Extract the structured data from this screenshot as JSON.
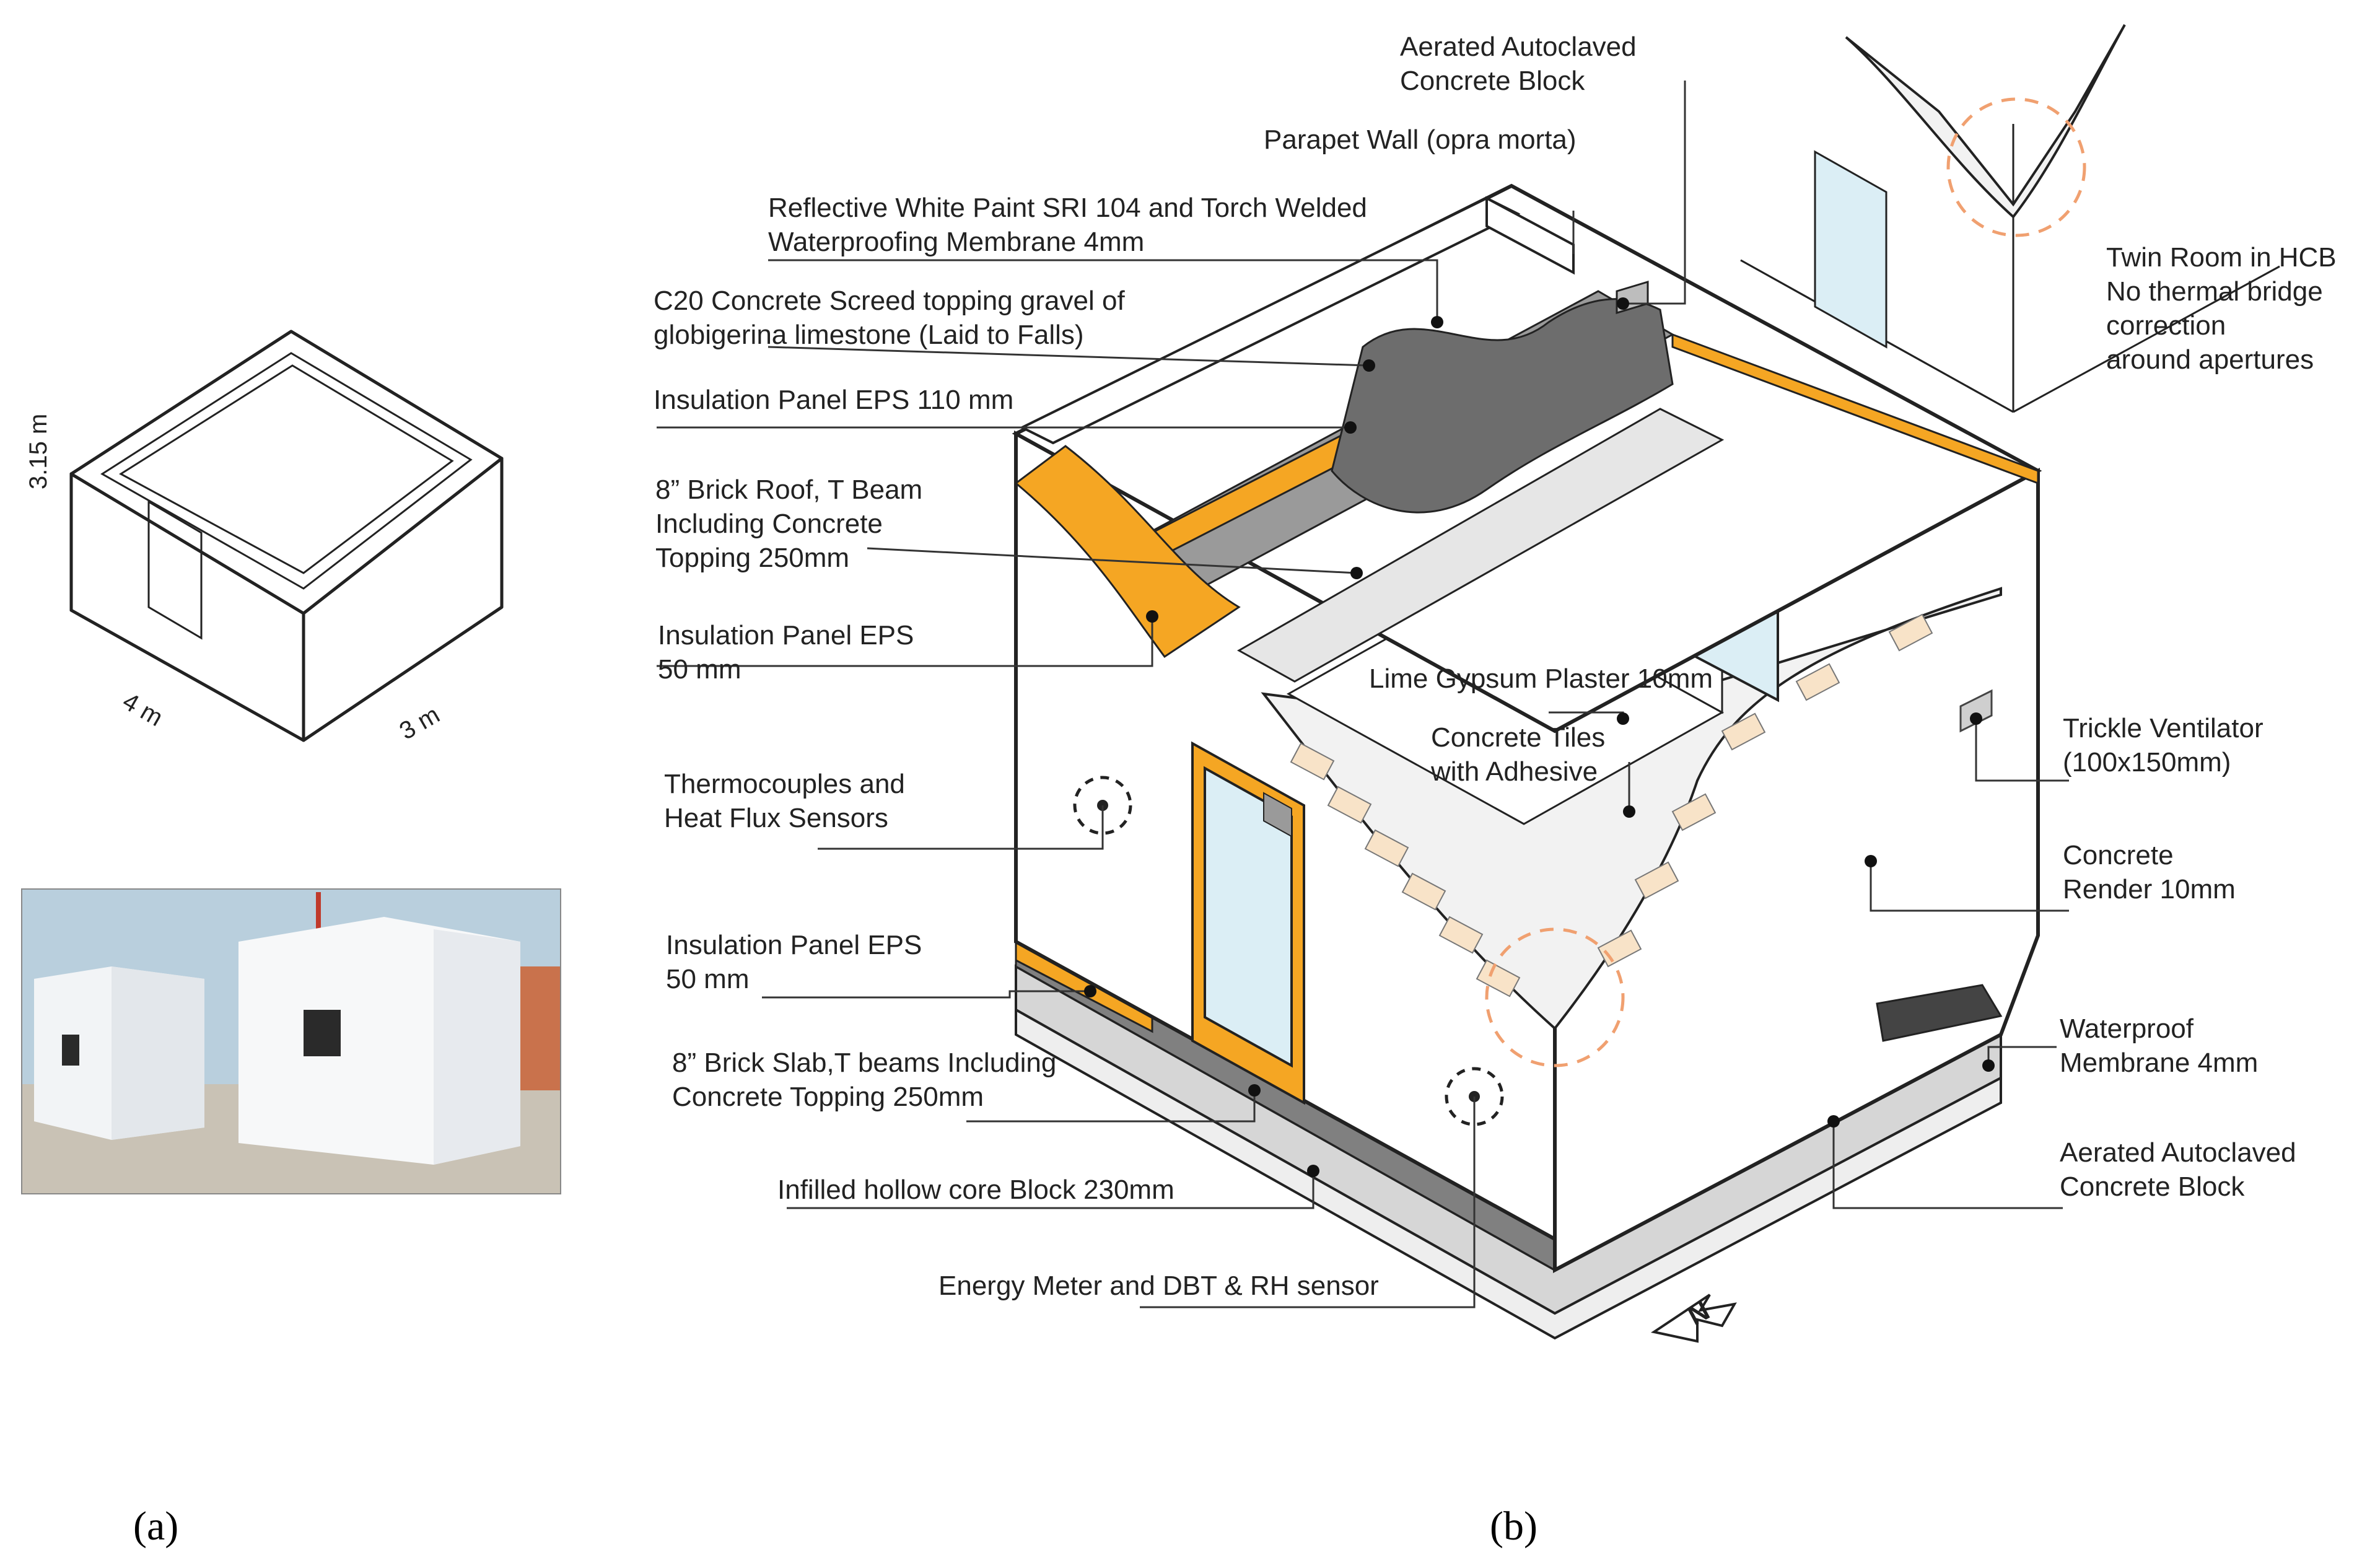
{
  "panels": {
    "a": "(a)",
    "b": "(b)"
  },
  "cube": {
    "height": "3.15 m",
    "width": "4 m",
    "depth": "3 m"
  },
  "labels": {
    "aac_top": [
      "Aerated Autoclaved",
      "Concrete Block"
    ],
    "parapet": "Parapet Wall (opra morta)",
    "reflective": [
      "Reflective White Paint SRI 104   and Torch Welded",
      "Waterproofing Membrane 4mm"
    ],
    "screed": [
      "C20 Concrete Screed  topping gravel of",
      "globigerina limestone (Laid to Falls)"
    ],
    "eps110": "Insulation Panel EPS 110 mm",
    "brick_roof": [
      "8” Brick Roof, T Beam",
      "Including Concrete",
      "Topping 250mm"
    ],
    "eps50_roof": [
      "Insulation Panel EPS",
      "50 mm"
    ],
    "thermo": [
      "Thermocouples and",
      "Heat Flux Sensors"
    ],
    "eps50_wall": [
      "Insulation Panel EPS",
      "50 mm"
    ],
    "brick_slab": [
      "8” Brick Slab,T beams Including",
      "Concrete Topping 250mm"
    ],
    "hollow": "Infilled hollow core Block 230mm",
    "energy": "Energy Meter and DBT & RH sensor",
    "lime": "Lime Gypsum Plaster 10mm",
    "tiles": [
      "Concrete Tiles",
      "with Adhesive"
    ],
    "twin": [
      "Twin Room in HCB",
      "No thermal bridge",
      "correction",
      "around apertures"
    ],
    "trickle": [
      "Trickle Ventilator",
      "(100x150mm)"
    ],
    "render": [
      "Concrete",
      "Render 10mm"
    ],
    "waterproof": [
      "Waterproof",
      "Membrane 4mm"
    ],
    "aac_bottom": [
      "Aerated Autoclaved",
      "Concrete Block"
    ],
    "north": "N"
  },
  "colors": {
    "insulation": "#f5a623",
    "membrane": "#9a9a9a",
    "screed": "#c8c8c8",
    "window": "#dbeef5",
    "sky": "#a9c7da"
  }
}
